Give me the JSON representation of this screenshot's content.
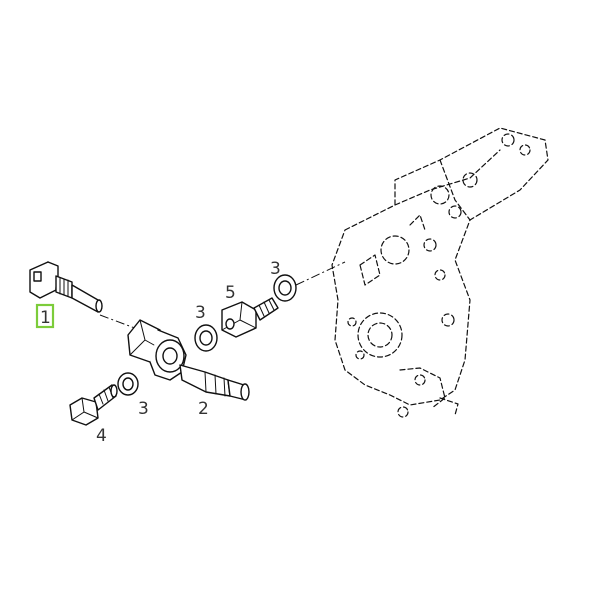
{
  "diagram": {
    "highlight_color": "#7ccc3a",
    "callouts": {
      "part1": "1",
      "part2": "2",
      "part3_a": "3",
      "part3_b": "3",
      "part3_c": "3",
      "part4": "4",
      "part5": "5"
    },
    "highlighted_callout": "1"
  }
}
